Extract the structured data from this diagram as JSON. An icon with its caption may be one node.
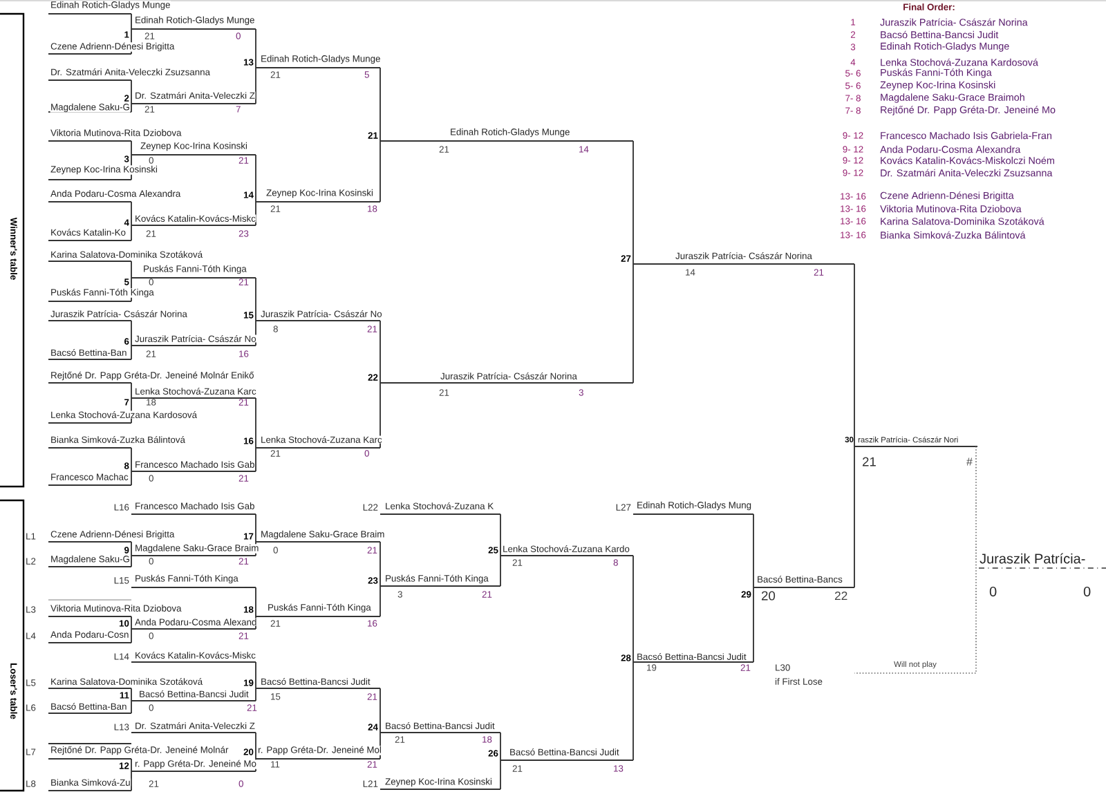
{
  "diagram": {
    "labels": [
      "Edinah Rotich-Gladys Munge",
      "1",
      "Edinah Rotich-Gladys Munge",
      "21",
      "0",
      "Czene Adrienn-Dénesi Brigitta",
      "13",
      "Edinah Rotich-Gladys Munge",
      "Dr. Szatmári Anita-Veleczki Zsuzsanna",
      "21",
      "5",
      "2",
      "Dr. Szatmári Anita-Veleczki Z",
      "Magdalene Saku-G",
      "21",
      "7",
      "Viktoria Mutinova-Rita Dziobova",
      "21",
      "Edinah Rotich-Gladys Munge",
      "Zeynep Koc-Irina Kosinski",
      "21",
      "14",
      "3",
      "0",
      "21",
      "Zeynep Koc-Irina Kosinski",
      "Anda Podaru-Cosma Alexandra",
      "14",
      "Zeynep Koc-Irina Kosinski",
      "21",
      "18",
      "4",
      "Kovács Katalin-Kovács-Miskc",
      "Kovács Katalin-Ko",
      "21",
      "23",
      "Karina Salatova-Dominika Szotáková",
      "27",
      "Juraszik Patrícia- Császár Norina",
      "Puskás Fanni-Tóth Kinga",
      "14",
      "21",
      "5",
      "0",
      "21",
      "Puskás Fanni-Tóth Kinga",
      "Juraszik Patrícia- Császár Norina",
      "15",
      "Juraszik Patrícia- Császár No",
      "8",
      "21",
      "6",
      "Juraszik Patrícia- Császár No",
      "Bacsó Bettina-Ban",
      "21",
      "16",
      "Rejtőné Dr. Papp Gréta-Dr. Jeneiné Molnár Enikő",
      "22",
      "Juraszik Patrícia- Császár Norina",
      "Lenka Stochová-Zuzana Karc",
      "21",
      "3",
      "7",
      "18",
      "21",
      "Lenka Stochová-Zuzana Kardosová",
      "Bianka Simková-Zuzka Bálintová",
      "16",
      "Lenka Stochová-Zuzana Karc",
      "30",
      "raszik Patrícia- Császár Nori",
      "21",
      "0",
      "21",
      "#",
      "8",
      "Francesco Machado Isis Gab",
      "Francesco Machac",
      "0",
      "21",
      "L16",
      "Francesco Machado Isis Gab",
      "L22",
      "Lenka Stochová-Zuzana K",
      "L27",
      "Edinah Rotich-Gladys Mung",
      "L1",
      "Czene Adrienn-Dénesi Brigitta",
      "17",
      "Magdalene Saku-Grace Braim",
      "9",
      "Magdalene Saku-Grace Braim",
      "0",
      "21",
      "25",
      "Lenka Stochová-Zuzana Kardo",
      "Juraszik Patrícia-",
      "L2",
      "Magdalene Saku-G",
      "0",
      "21",
      "21",
      "8",
      "L15",
      "Puskás Fanni-Tóth Kinga",
      "23",
      "Puskás Fanni-Tóth Kinga",
      "Bacsó Bettina-Bancs",
      "3",
      "21",
      "29",
      "20",
      "22",
      "0",
      "0",
      "L3",
      "Viktoria Mutinova-Rita Dziobova",
      "18",
      "Puskás Fanni-Tóth Kinga",
      "10",
      "Anda Podaru-Cosma Alexand",
      "21",
      "16",
      "L4",
      "Anda Podaru-Cosn",
      "0",
      "21",
      "L14",
      "Kovács Katalin-Kovács-Miskc",
      "28",
      "Bacsó Bettina-Bancsi Judit",
      "19",
      "21",
      "L30",
      "Will not play",
      "L5",
      "Karina Salatova-Dominika Szotáková",
      "19",
      "Bacsó Bettina-Bancsi Judit",
      "if First Lose",
      "11",
      "Bacsó Bettina-Bancsi Judit",
      "15",
      "21",
      "L6",
      "Bacsó Bettina-Ban",
      "0",
      "21",
      "L13",
      "Dr. Szatmári Anita-Veleczki Z",
      "24",
      "Bacsó Bettina-Bancsi Judit",
      "21",
      "18",
      "L7",
      "Rejtőné Dr. Papp Gréta-Dr. Jeneiné Molnár",
      "20",
      "r. Papp Gréta-Dr. Jeneiné Mol",
      "26",
      "Bacsó Bettina-Bancsi Judit",
      "12",
      "r. Papp Gréta-Dr. Jeneiné Mo",
      "11",
      "21",
      "21",
      "13",
      "L8",
      "Bianka Simková-Zu",
      "21",
      "0",
      "L21",
      "Zeynep Koc-Irina Kosinski",
      "Final Order:",
      "1",
      "Juraszik Patrícia- Császár Norina",
      "2",
      "Bacsó Bettina-Bancsi Judit",
      "3",
      "Edinah Rotich-Gladys Munge",
      "4",
      "Lenka Stochová-Zuzana Kardosová",
      "5- 6",
      "Puskás Fanni-Tóth Kinga",
      "5- 6",
      "Zeynep Koc-Irina Kosinski",
      "7- 8",
      "Magdalene Saku-Grace Braimoh",
      "7- 8",
      "Rejtőné Dr. Papp Gréta-Dr. Jeneiné Mo",
      "9- 12",
      "Francesco Machado Isis Gabriela-Fran",
      "9- 12",
      "Anda Podaru-Cosma Alexandra",
      "9- 12",
      "Kovács Katalin-Kovács-Miskolczi Noém",
      "9- 12",
      "Dr. Szatmári Anita-Veleczki Zsuzsanna",
      "13- 16",
      "Czene Adrienn-Dénesi Brigitta",
      "13- 16",
      "Viktoria Mutinova-Rita Dziobova",
      "13- 16",
      "Karina Salatova-Dominika Szotáková",
      "13- 16",
      "Bianka Simková-Zuzka Bálintová",
      "Winner's table",
      "Loser's table"
    ]
  }
}
